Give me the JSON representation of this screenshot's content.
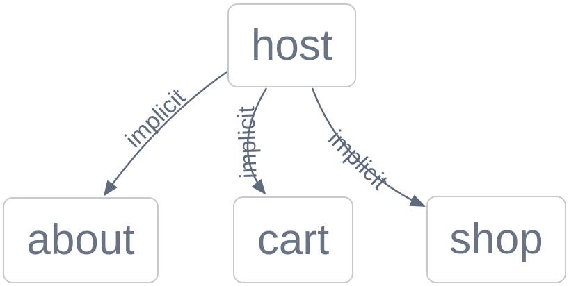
{
  "diagram": {
    "background_color": "#ffffff",
    "node_fill_color": "#ffffff",
    "node_border_color": "#c7c9cc",
    "node_text_color": "#6a7383",
    "edge_color": "#5f6b7d",
    "edge_label_color": "#5f6b7d",
    "nodes": [
      {
        "id": "host",
        "label": "host"
      },
      {
        "id": "about",
        "label": "about"
      },
      {
        "id": "cart",
        "label": "cart"
      },
      {
        "id": "shop",
        "label": "shop"
      }
    ],
    "edges": [
      {
        "from": "host",
        "to": "about",
        "label": "implicit"
      },
      {
        "from": "host",
        "to": "cart",
        "label": "implicit"
      },
      {
        "from": "host",
        "to": "shop",
        "label": "implicit"
      }
    ]
  }
}
